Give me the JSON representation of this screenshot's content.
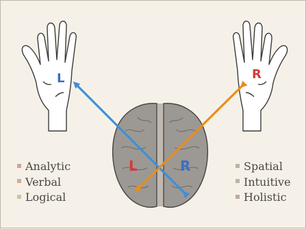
{
  "hands": {
    "left_label": "L",
    "right_label": "R"
  },
  "brain": {
    "left_label": "L",
    "right_label": "R"
  },
  "left_traits": [
    "Analytic",
    "Verbal",
    "Logical"
  ],
  "right_traits": [
    "Spatial",
    "Intuitive",
    "Holistic"
  ],
  "colors": {
    "background": "#f6f1e8",
    "left_accent": "#3f8fd6",
    "right_accent": "#e88d1e",
    "left_letter": "#3a6fc2",
    "right_letter": "#d83a3a",
    "brain_fill": "#9c9894",
    "bullet_left": "#c8a79a",
    "bullet_right": "#b9b4aa"
  }
}
